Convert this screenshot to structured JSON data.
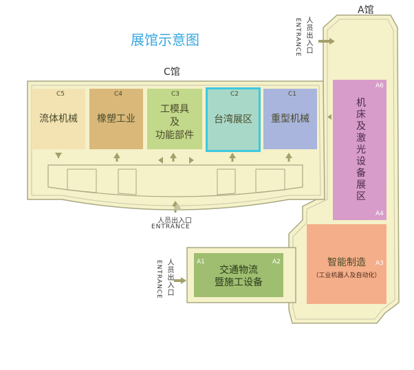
{
  "title": "展馆示意图",
  "hall_c": {
    "label": "C馆",
    "zones": [
      {
        "code": "C5",
        "name": "流体机械",
        "color": "#f3e3b3"
      },
      {
        "code": "C4",
        "name": "橡塑工业",
        "color": "#d9b87a"
      },
      {
        "code": "C3",
        "name": "工模具\n及\n功能部件",
        "color": "#c2d88a"
      },
      {
        "code": "C2",
        "name": "台湾展区",
        "color": "#a8d8c8",
        "border": "#3ec8e0"
      },
      {
        "code": "C1",
        "name": "重型机械",
        "color": "#a9b5dd"
      }
    ],
    "entrance_cn": "人员出入口",
    "entrance_en": "ENTRANCE"
  },
  "hall_a": {
    "label": "A馆",
    "zones": [
      {
        "code": "A6",
        "name": "机\n床\n及\n激\n光\n设\n备\n展\n区",
        "color": "#d79cc9"
      },
      {
        "code": "A4",
        "name": "",
        "color": "#d79cc9"
      },
      {
        "code": "A3",
        "name": "智能制造",
        "subname": "（工业机器人及自动化）",
        "color": "#f4ae8a"
      },
      {
        "codes": [
          "A1",
          "A2"
        ],
        "name": "交通物流\n暨施工设备",
        "color": "#9fbe70"
      }
    ],
    "top_entrance_cn": "人员出入口",
    "top_entrance_en": "ENTRANCE",
    "left_entrance_cn": "人员出入口",
    "left_entrance_en": "ENTRANCE"
  },
  "colors": {
    "floor": "#f5f1c9",
    "outline": "#a8a884",
    "arrow": "#a3a06a",
    "title": "#3aa8e0"
  }
}
